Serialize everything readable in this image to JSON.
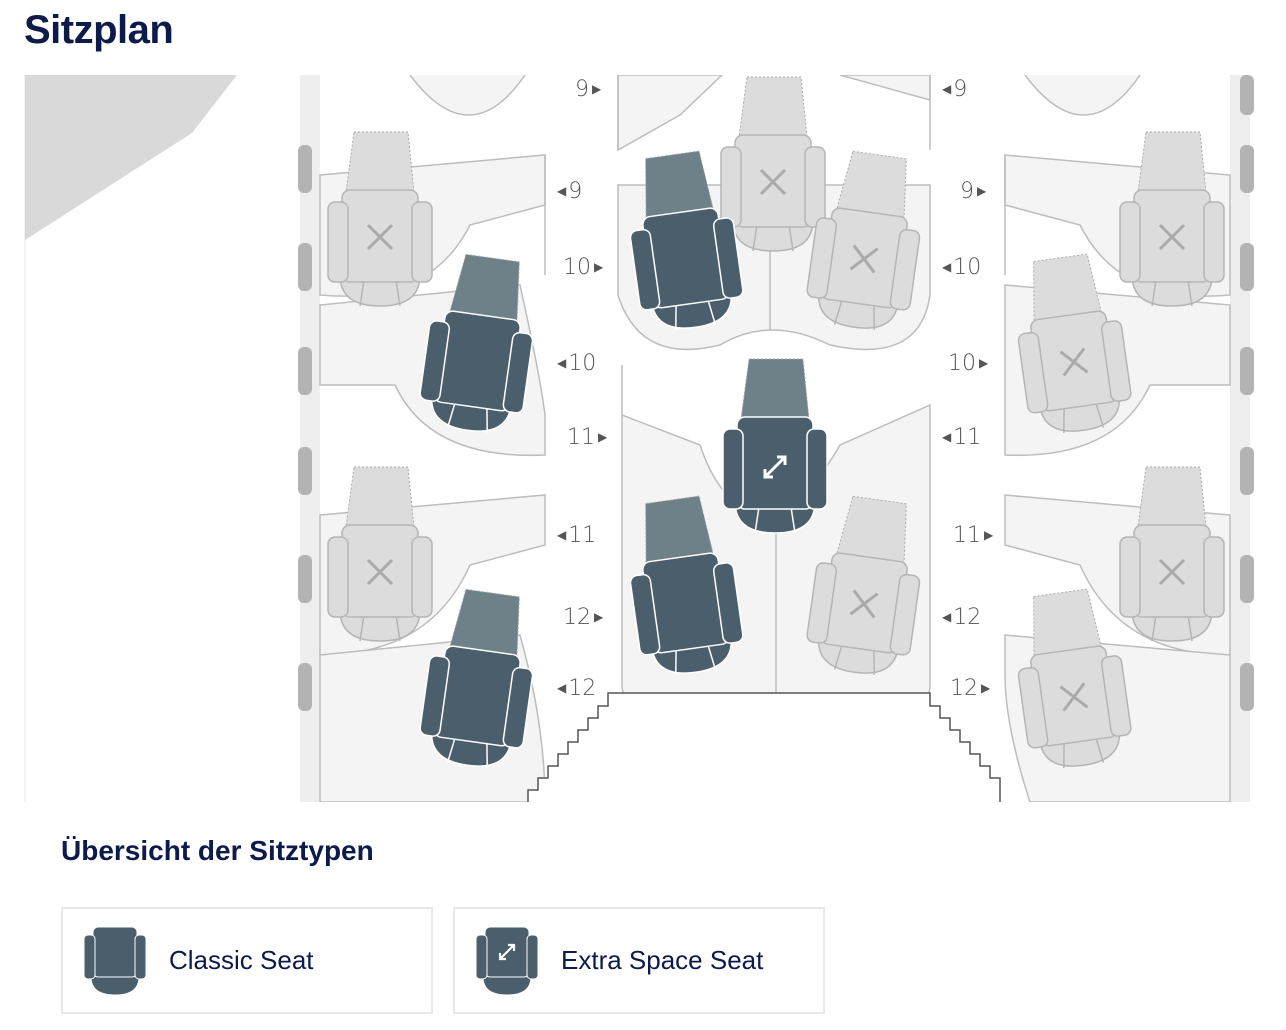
{
  "title": "Sitzplan",
  "legend_title": "Übersicht der Sitztypen",
  "legend": [
    {
      "label": "Classic Seat",
      "icon": "classic-seat-icon"
    },
    {
      "label": "Extra Space Seat",
      "icon": "extra-space-seat-icon"
    }
  ],
  "row_labels": [
    "9",
    "9",
    "9",
    "9",
    "10",
    "10",
    "10",
    "10",
    "11",
    "11",
    "11",
    "11",
    "12",
    "12",
    "12",
    "12"
  ],
  "seats": [
    {
      "row": "9",
      "status": "occupied"
    },
    {
      "row": "10",
      "status": "available",
      "type": "classic"
    },
    {
      "row": "11",
      "status": "occupied"
    },
    {
      "row": "12",
      "status": "available",
      "type": "classic"
    },
    {
      "row": "9",
      "status": "occupied"
    },
    {
      "row": "10",
      "status": "available",
      "type": "classic"
    },
    {
      "row": "10",
      "status": "occupied"
    },
    {
      "row": "11",
      "status": "available",
      "type": "extra-space"
    },
    {
      "row": "11",
      "status": "available",
      "type": "classic"
    },
    {
      "row": "11",
      "status": "occupied"
    },
    {
      "row": "9",
      "status": "occupied"
    },
    {
      "row": "10",
      "status": "occupied"
    },
    {
      "row": "11",
      "status": "occupied"
    },
    {
      "row": "12",
      "status": "occupied"
    }
  ],
  "colors": {
    "available": "#4a5e6b",
    "footrest": "#6e8088",
    "occupied": "#dcdcdc",
    "occupied_stroke": "#b5b5b5",
    "title": "#0d1a4a"
  }
}
